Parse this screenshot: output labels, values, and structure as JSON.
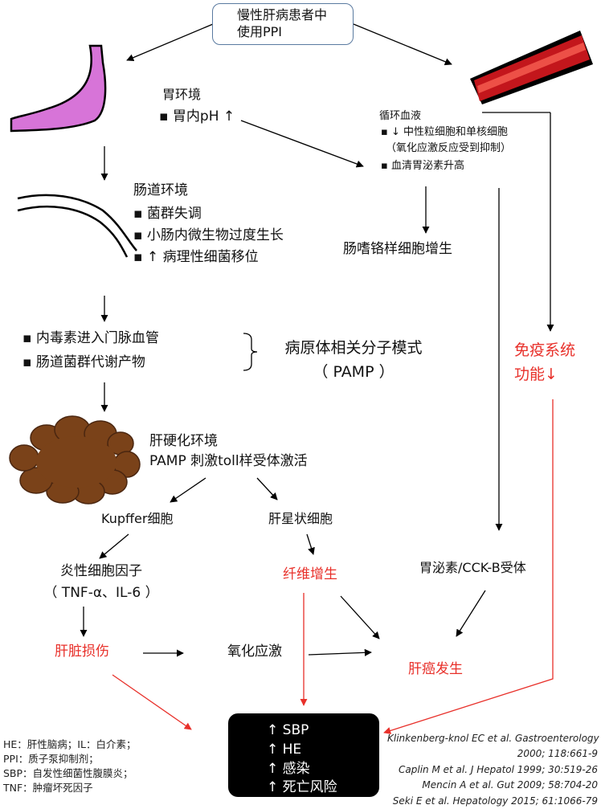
{
  "top_box": {
    "line1": "慢性肝病患者中",
    "line2": "使用PPI"
  },
  "stomach": {
    "title": "胃环境",
    "item1": "▪ 胃内pH ↑"
  },
  "gut": {
    "title": "肠道环境",
    "items": [
      "▪ 菌群失调",
      "▪ 小肠内微生物过度生长",
      "▪ ↑ 病理性细菌移位"
    ]
  },
  "blood": {
    "title": "循环血液",
    "line1": "▪ ↓ 中性粒细胞和单核细胞",
    "line2": "（氧化应激反应受到抑制）",
    "line3": "▪ 血清胃泌素升高"
  },
  "ecl": "肠嗜铬样细胞增生",
  "endotoxin": {
    "item1": "▪ 内毒素进入门脉血管",
    "item2": "▪ 肠道菌群代谢产物"
  },
  "pamp": {
    "line1": "病原体相关分子模式",
    "line2": "（ PAMP ）"
  },
  "immune": {
    "line1": "免疫系统",
    "line2": "功能↓"
  },
  "cirrhosis": {
    "line1": "肝硬化环境",
    "line2": "PAMP 刺激toll样受体激活"
  },
  "kupffer": "Kupffer细胞",
  "stellate": "肝星状细胞",
  "cytokines": {
    "line1": "炎性细胞因子",
    "line2": "（ TNF-α、IL-6 ）"
  },
  "fibrosis": "纤维增生",
  "gastrin_receptor": "胃泌素/CCK-B受体",
  "liver_injury": "肝脏损伤",
  "oxidative": "氧化应激",
  "hcc": "肝癌发生",
  "outcome": [
    "↑ SBP",
    "↑ HE",
    "↑ 感染",
    "↑ 死亡风险"
  ],
  "abbreviations": [
    "HE：肝性脑病；IL：白介素；",
    "PPI：质子泵抑制剂；",
    "SBP：自发性细菌性腹膜炎；",
    "TNF：肿瘤坏死因子"
  ],
  "references": [
    "Klinkenberg-knol EC et al. Gastroenterology",
    "2000; 118:661-9",
    "Caplin M et al. J Hepatol 1999; 30:519-26",
    "Mencin A et al. Gut 2009; 58:704-20",
    "Seki E et al. Hepatology 2015; 61:1066-79"
  ],
  "colors": {
    "highlight": "#e8302a",
    "stomach_fill": "#d774d8",
    "vessel_red": "#c3161c",
    "liver_fill": "#7a4219",
    "box_border": "#5a7aa0"
  }
}
